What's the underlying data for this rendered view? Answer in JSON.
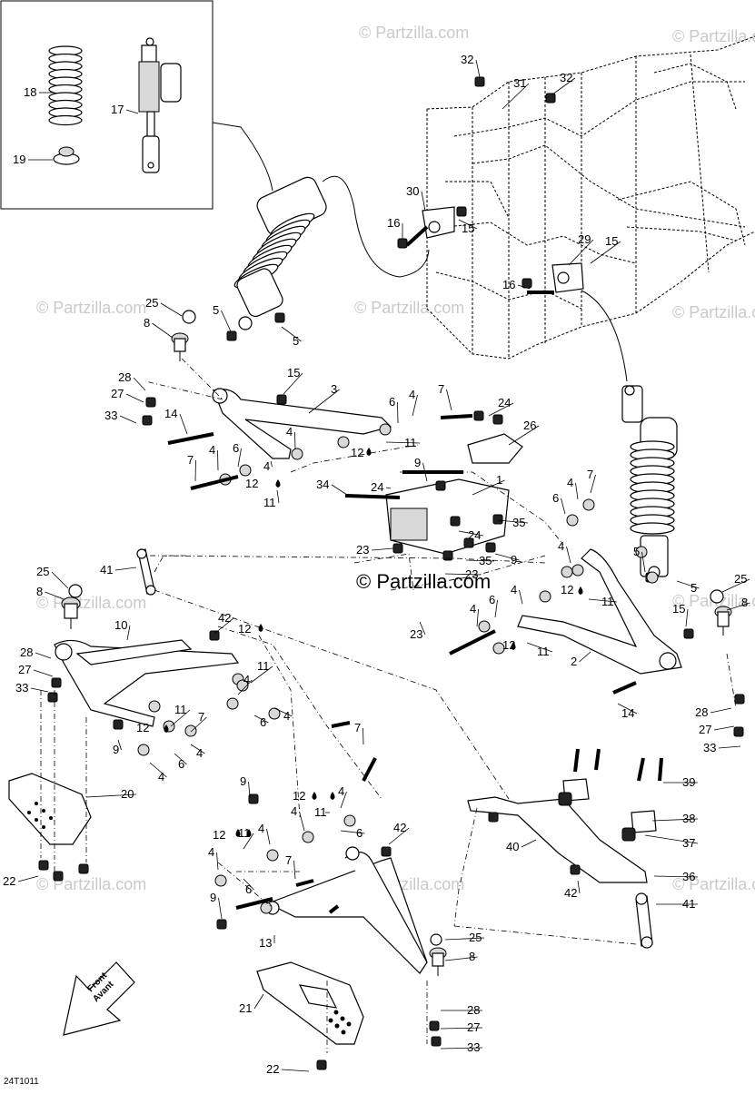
{
  "diagram": {
    "code": "24T1011",
    "watermark_text": "© Partzilla.com",
    "watermark_center_text": "© Partzilla.com",
    "direction_arrow": {
      "line1": "Front",
      "line2": "Avant"
    },
    "callouts": [
      {
        "id": "c18",
        "text": "18"
      },
      {
        "id": "c17",
        "text": "17"
      },
      {
        "id": "c19",
        "text": "19"
      },
      {
        "id": "c32a",
        "text": "32"
      },
      {
        "id": "c31",
        "text": "31"
      },
      {
        "id": "c32b",
        "text": "32"
      },
      {
        "id": "c30",
        "text": "30"
      },
      {
        "id": "c16a",
        "text": "16"
      },
      {
        "id": "c15a",
        "text": "15"
      },
      {
        "id": "c29",
        "text": "29"
      },
      {
        "id": "c15b",
        "text": "15"
      },
      {
        "id": "c16b",
        "text": "16"
      },
      {
        "id": "c25a",
        "text": "25"
      },
      {
        "id": "c8a",
        "text": "8"
      },
      {
        "id": "c5a",
        "text": "5"
      },
      {
        "id": "c5b",
        "text": "5"
      },
      {
        "id": "c28a",
        "text": "28"
      },
      {
        "id": "c27a",
        "text": "27"
      },
      {
        "id": "c33a",
        "text": "33"
      },
      {
        "id": "c15c",
        "text": "15"
      },
      {
        "id": "c3",
        "text": "3"
      },
      {
        "id": "c14a",
        "text": "14"
      },
      {
        "id": "c4a",
        "text": "4"
      },
      {
        "id": "c6a",
        "text": "6"
      },
      {
        "id": "c4b",
        "text": "4"
      },
      {
        "id": "c7a",
        "text": "7"
      },
      {
        "id": "c24a",
        "text": "24"
      },
      {
        "id": "c12a",
        "text": "12"
      },
      {
        "id": "c11a",
        "text": "11"
      },
      {
        "id": "c26",
        "text": "26"
      },
      {
        "id": "c7b",
        "text": "7"
      },
      {
        "id": "c4c",
        "text": "4"
      },
      {
        "id": "c6b",
        "text": "6"
      },
      {
        "id": "c4d",
        "text": "4"
      },
      {
        "id": "c12b",
        "text": "12"
      },
      {
        "id": "c11b",
        "text": "11"
      },
      {
        "id": "c9a",
        "text": "9"
      },
      {
        "id": "c1",
        "text": "1"
      },
      {
        "id": "c34",
        "text": "34"
      },
      {
        "id": "c24b",
        "text": "24"
      },
      {
        "id": "c24c",
        "text": "24"
      },
      {
        "id": "c35a",
        "text": "35"
      },
      {
        "id": "c23a",
        "text": "23"
      },
      {
        "id": "c35b",
        "text": "35"
      },
      {
        "id": "c9b",
        "text": "9"
      },
      {
        "id": "c23b",
        "text": "23"
      },
      {
        "id": "c7c",
        "text": "7"
      },
      {
        "id": "c4e",
        "text": "4"
      },
      {
        "id": "c6c",
        "text": "6"
      },
      {
        "id": "c4f",
        "text": "4"
      },
      {
        "id": "c5c",
        "text": "5"
      },
      {
        "id": "c5d",
        "text": "5"
      },
      {
        "id": "c12c",
        "text": "12"
      },
      {
        "id": "c11c",
        "text": "11"
      },
      {
        "id": "c25b",
        "text": "25"
      },
      {
        "id": "c8b",
        "text": "8"
      },
      {
        "id": "c41a",
        "text": "41"
      },
      {
        "id": "c25c",
        "text": "25"
      },
      {
        "id": "c8c",
        "text": "8"
      },
      {
        "id": "c10",
        "text": "10"
      },
      {
        "id": "c42a",
        "text": "42"
      },
      {
        "id": "c12d",
        "text": "12"
      },
      {
        "id": "c28b",
        "text": "28"
      },
      {
        "id": "c27b",
        "text": "27"
      },
      {
        "id": "c33b",
        "text": "33"
      },
      {
        "id": "c11d",
        "text": "11"
      },
      {
        "id": "c4g",
        "text": "4"
      },
      {
        "id": "c6d",
        "text": "6"
      },
      {
        "id": "c4h",
        "text": "4"
      },
      {
        "id": "c11e",
        "text": "11"
      },
      {
        "id": "c7d",
        "text": "7"
      },
      {
        "id": "c12e",
        "text": "12"
      },
      {
        "id": "c9c",
        "text": "9"
      },
      {
        "id": "c4i",
        "text": "4"
      },
      {
        "id": "c6e",
        "text": "6"
      },
      {
        "id": "c4j",
        "text": "4"
      },
      {
        "id": "c23c",
        "text": "23"
      },
      {
        "id": "c4k",
        "text": "4"
      },
      {
        "id": "c6f",
        "text": "6"
      },
      {
        "id": "c4l",
        "text": "4"
      },
      {
        "id": "c12f",
        "text": "12"
      },
      {
        "id": "c11f",
        "text": "11"
      },
      {
        "id": "c2",
        "text": "2"
      },
      {
        "id": "c15d",
        "text": "15"
      },
      {
        "id": "c14b",
        "text": "14"
      },
      {
        "id": "c28c",
        "text": "28"
      },
      {
        "id": "c27c",
        "text": "27"
      },
      {
        "id": "c33c",
        "text": "33"
      },
      {
        "id": "c20",
        "text": "20"
      },
      {
        "id": "c7e",
        "text": "7"
      },
      {
        "id": "c9d",
        "text": "9"
      },
      {
        "id": "c12g",
        "text": "12"
      },
      {
        "id": "c11g",
        "text": "11"
      },
      {
        "id": "c4m",
        "text": "4"
      },
      {
        "id": "c4n",
        "text": "4"
      },
      {
        "id": "c6g",
        "text": "6"
      },
      {
        "id": "c42b",
        "text": "42"
      },
      {
        "id": "c39",
        "text": "39"
      },
      {
        "id": "c38",
        "text": "38"
      },
      {
        "id": "c40",
        "text": "40"
      },
      {
        "id": "c37",
        "text": "37"
      },
      {
        "id": "c12h",
        "text": "12"
      },
      {
        "id": "c11h",
        "text": "11"
      },
      {
        "id": "c4o",
        "text": "4"
      },
      {
        "id": "c4p",
        "text": "4"
      },
      {
        "id": "c6h",
        "text": "6"
      },
      {
        "id": "c7f",
        "text": "7"
      },
      {
        "id": "c36",
        "text": "36"
      },
      {
        "id": "c42c",
        "text": "42"
      },
      {
        "id": "c22a",
        "text": "22"
      },
      {
        "id": "c9e",
        "text": "9"
      },
      {
        "id": "c13",
        "text": "13"
      },
      {
        "id": "c41b",
        "text": "41"
      },
      {
        "id": "c25d",
        "text": "25"
      },
      {
        "id": "c8d",
        "text": "8"
      },
      {
        "id": "c21",
        "text": "21"
      },
      {
        "id": "c28d",
        "text": "28"
      },
      {
        "id": "c27d",
        "text": "27"
      },
      {
        "id": "c22b",
        "text": "22"
      },
      {
        "id": "c33d",
        "text": "33"
      }
    ]
  }
}
